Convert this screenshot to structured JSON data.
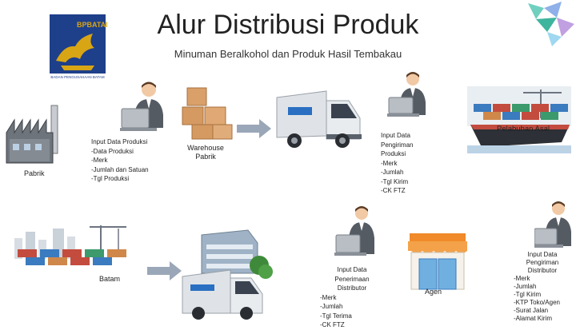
{
  "header": {
    "title": "Alur Distribusi Produk",
    "subtitle": "Minuman Beralkohol dan Produk Hasil Tembakau"
  },
  "logo": {
    "brand_text": "BPBATAM",
    "caption": "BADAN PENGUSAHAAN BATAM"
  },
  "nodes": {
    "pabrik": "Pabrik",
    "warehouse": "Warehouse\nPabrik",
    "pelabuhan": "Pelabuhan Asal",
    "batam": "Batam",
    "agen": "Agen"
  },
  "notes": {
    "produksi": [
      "Input Data Produksi",
      "-Data Produksi",
      "-Merk",
      "-Jumlah dan Satuan",
      "-Tgl Produksi"
    ],
    "pengiriman_produksi": [
      "Input Data",
      "Pengiriman",
      "Produksi",
      "-Merk",
      "-Jumlah",
      "-Tgl Kirim",
      "-CK FTZ"
    ],
    "penerimaan_distributor": [
      "Input Data",
      "Penerimaan",
      "Distributor",
      "-Merk",
      "-Jumlah",
      "-Tgl Terima",
      "-CK FTZ"
    ],
    "pengiriman_distributor": [
      "Input Data",
      "Pengiriman",
      "Distributor",
      "-Merk",
      "-Jumlah",
      "-Tgl Kirim",
      "-KTP Toko/Agen",
      "-Surat Jalan",
      "-Alamat Kirim"
    ]
  },
  "colors": {
    "arrow": "#9aa7b8",
    "logo_blue": "#1e3f8a",
    "logo_gold": "#d8a515",
    "suit": "#555b63",
    "truck_cab": "#e8ecef",
    "container": "#c34c3e",
    "sky": "#e9eef2"
  }
}
